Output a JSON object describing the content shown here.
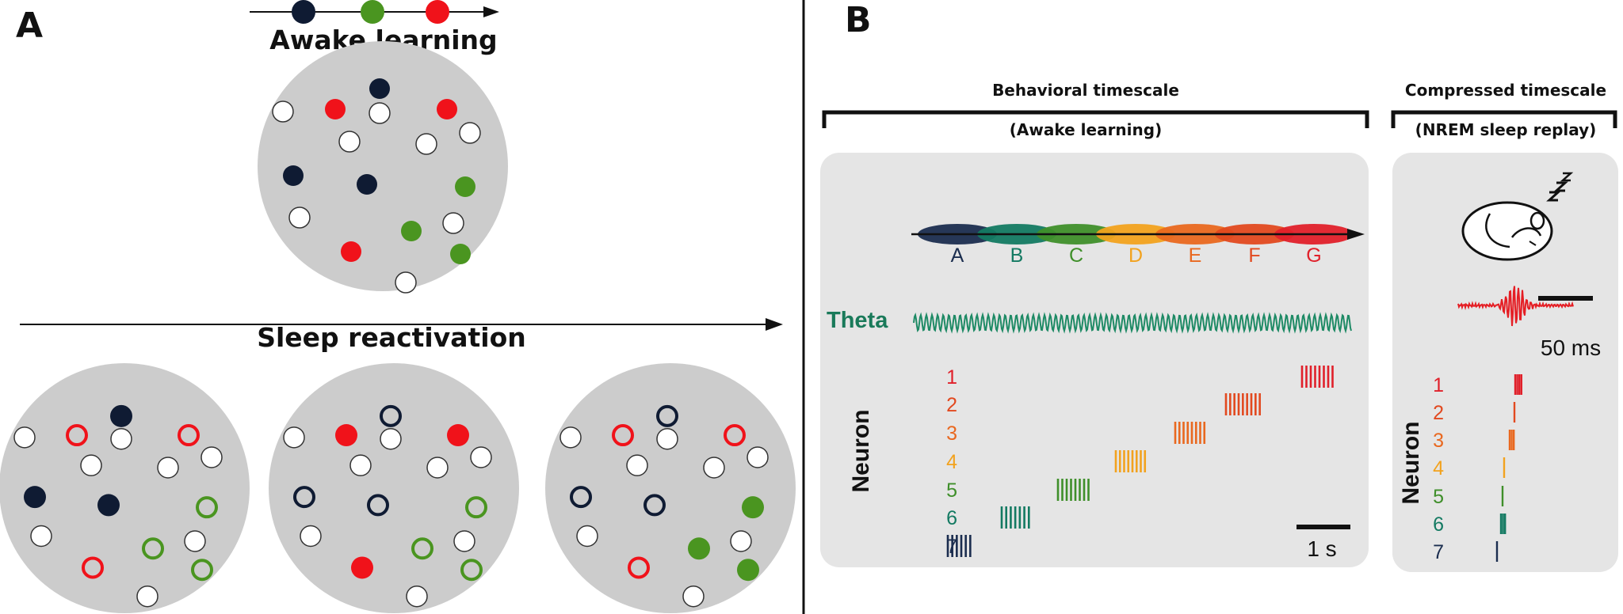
{
  "panel_a": {
    "letter": "A",
    "awake_title": "Awake learning",
    "sleep_title": "Sleep reactivation",
    "colors": {
      "dark": "#0f1b33",
      "green": "#4a9520",
      "red": "#f0121a",
      "white": "#ffffff",
      "pool": "#cccccc"
    }
  },
  "panel_b": {
    "letter": "B",
    "behavioral": {
      "title": "Behavioral timescale",
      "subtitle": "(Awake learning)",
      "scale": "1 s"
    },
    "compressed": {
      "title": "Compressed timescale",
      "subtitle": "(NREM  sleep replay)",
      "scale": "50 ms"
    },
    "theta_label": "Theta",
    "neuron_label": "Neuron",
    "sleep_icon": "sleeping-mouse-icon",
    "ripple_icon": "sharp-wave-ripple-icon",
    "places": [
      {
        "letter": "A",
        "color": "#1b2d4f"
      },
      {
        "letter": "B",
        "color": "#137a62"
      },
      {
        "letter": "C",
        "color": "#3f8f2a"
      },
      {
        "letter": "D",
        "color": "#f2a21e"
      },
      {
        "letter": "E",
        "color": "#e9681f"
      },
      {
        "letter": "F",
        "color": "#e2491f"
      },
      {
        "letter": "G",
        "color": "#e0202a"
      }
    ],
    "neurons": [
      {
        "num": "1",
        "color": "#e0202a"
      },
      {
        "num": "2",
        "color": "#e2491f"
      },
      {
        "num": "3",
        "color": "#e9681f"
      },
      {
        "num": "4",
        "color": "#f2a21e"
      },
      {
        "num": "5",
        "color": "#3f8f2a"
      },
      {
        "num": "6",
        "color": "#137a62"
      },
      {
        "num": "7",
        "color": "#1b2d4f"
      }
    ]
  }
}
